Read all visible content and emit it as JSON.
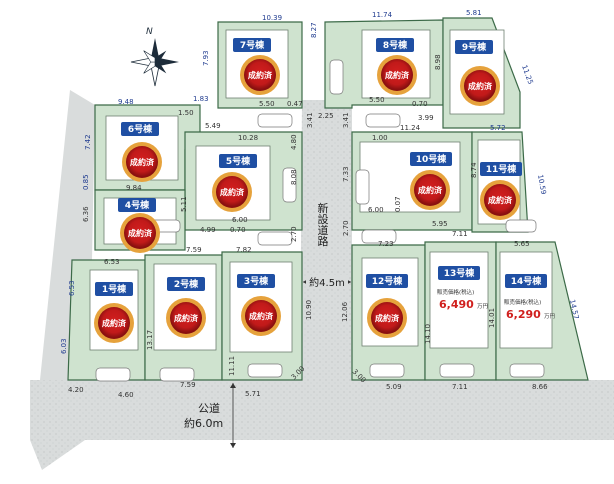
{
  "compass": {
    "north_label": "N"
  },
  "roads": {
    "public_road": {
      "label": "公道",
      "width": "約6.0m"
    },
    "new_road": {
      "label": "新設道路",
      "width": "約4.5m"
    }
  },
  "lots": [
    {
      "id": 1,
      "label": "1号棟",
      "stamp": "成約済"
    },
    {
      "id": 2,
      "label": "2号棟",
      "stamp": "成約済"
    },
    {
      "id": 3,
      "label": "3号棟",
      "stamp": "成約済"
    },
    {
      "id": 4,
      "label": "4号棟",
      "stamp": "成約済"
    },
    {
      "id": 5,
      "label": "5号棟",
      "stamp": "成約済"
    },
    {
      "id": 6,
      "label": "6号棟",
      "stamp": "成約済"
    },
    {
      "id": 7,
      "label": "7号棟",
      "stamp": "成約済"
    },
    {
      "id": 8,
      "label": "8号棟",
      "stamp": "成約済"
    },
    {
      "id": 9,
      "label": "9号棟",
      "stamp": "成約済"
    },
    {
      "id": 10,
      "label": "10号棟",
      "stamp": "成約済"
    },
    {
      "id": 11,
      "label": "11号棟",
      "stamp": "成約済"
    },
    {
      "id": 12,
      "label": "12号棟",
      "stamp": "成約済"
    },
    {
      "id": 13,
      "label": "13号棟",
      "price_label": "販売価格(税込)",
      "price": "6,490",
      "price_unit": "万円"
    },
    {
      "id": 14,
      "label": "14号棟",
      "price_label": "販売価格(税込)",
      "price": "6,290",
      "price_unit": "万円"
    }
  ],
  "dimensions": {
    "d1039": "10.39",
    "d1174": "11.74",
    "d581": "5.81",
    "d827": "8.27",
    "d793": "7.93",
    "d1125": "11.25",
    "d898": "8.98",
    "d948": "9.48",
    "d183": "1.83",
    "d150": "1.50",
    "d550": "5.50",
    "d047": "0.47",
    "d225": "2.25",
    "d550b": "5.50",
    "d070": "0.70",
    "d549": "5.49",
    "d341": "3.41",
    "d341b": "3.41",
    "d1124": "11.24",
    "d399": "3.99",
    "d572": "5.72",
    "d1028": "10.28",
    "d100": "1.00",
    "d742": "7.42",
    "d480": "4.80",
    "d808": "8.08",
    "d733": "7.33",
    "d874": "8.74",
    "d1059": "10.59",
    "d085": "0.85",
    "d984": "9.84",
    "d511": "5.11",
    "d600": "6.00",
    "d600b": "6.00",
    "d007": "0.07",
    "d270": "2.70",
    "d270b": "2.70",
    "d499": "4.99",
    "d070b": "0.70",
    "d595": "5.95",
    "d711": "7.11",
    "d636": "6.36",
    "d759": "7.59",
    "d782": "7.82",
    "d723": "7.23",
    "d565": "5.65",
    "d653": "6.53",
    "d653b": "6.53",
    "d1090": "10.90",
    "d1206": "12.06",
    "d1410": "14.10",
    "d1401": "14.01",
    "d1457": "14.57",
    "d603": "6.03",
    "d1317": "13.17",
    "d1111": "11.11",
    "d300": "3.00",
    "d300b": "3.00",
    "d420": "4.20",
    "d460": "4.60",
    "d759b": "7.59",
    "d571": "5.71",
    "d509": "5.09",
    "d711b": "7.11",
    "d866": "8.66"
  },
  "colors": {
    "lot_fill": "#cfe3cf",
    "lot_stroke": "#3c6a48",
    "road_fill": "#d8dcdc",
    "label_bg": "#1f4fa3",
    "stamp": "#e38a1a",
    "price": "#d0201e"
  }
}
